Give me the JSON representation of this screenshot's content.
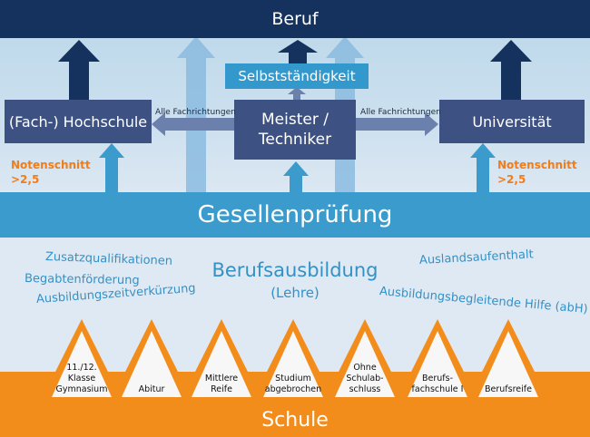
{
  "top": {
    "title": "Beruf"
  },
  "boxes": {
    "hochschule": "(Fach-) Hochschule",
    "meister": "Meister /\nTechniker",
    "universitaet": "Universität",
    "selbst": "Selbstständigkeit"
  },
  "flow_labels": {
    "left": "Alle Fachrichtungen",
    "right": "Alle Fachrichtungen"
  },
  "notes": {
    "left": "Notenschnitt\n>2,5",
    "right": "Notenschnitt\n>2,5"
  },
  "gesellen": "Gesellenprüfung",
  "lehre": {
    "title": "Berufsausbildung",
    "subtitle": "(Lehre)"
  },
  "side_tags": [
    "Zusatzqualifikationen",
    "Begabtenförderung",
    "Ausbildungszeitverkürzung",
    "Auslandsaufenthalt",
    "Ausbildungsbegleitende Hilfe (abH)"
  ],
  "triangles": [
    "11./12.\nKlasse\nGymnasium",
    "Abitur",
    "Mittlere\nReife",
    "Studium\nabgebrochen",
    "Ohne\nSchulab-\nschluss",
    "Berufs-\nfachschule I",
    "Berufsreife"
  ],
  "bottom": {
    "title": "Schule"
  },
  "colors": {
    "navy": "#14325d",
    "box": "#3d5282",
    "accent_blue": "#3a9bcc",
    "light_arrow": "#8bbbe0",
    "orange": "#f28c1a",
    "note_orange": "#f07d1a"
  }
}
